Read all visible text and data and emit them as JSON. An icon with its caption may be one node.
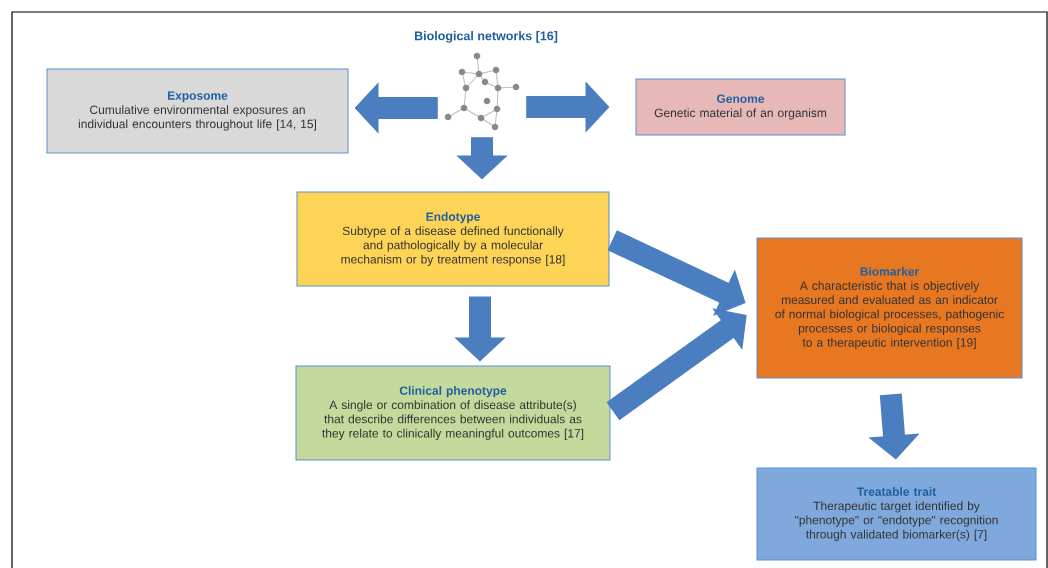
{
  "diagram": {
    "nodes": [
      {
        "text": [
          "Biological networks [16]"
        ]
      },
      {
        "text": [
          "Exposome",
          "Cumulative environmental exposures an individual encounters throughout life [14, 15]"
        ]
      },
      {
        "text": [
          "Genome",
          "Genetic material of an organism"
        ]
      },
      {
        "text": [
          "Endotype",
          "Subtype of a disease defined functionally and pathologically by a molecular mechanism or by treatment response [18]"
        ]
      },
      {
        "text": [
          "Clinical phenotype",
          "A single or combination of disease attribute(s) that describe differences between individuals as they relate to clinically meaningful outcomes [17]"
        ]
      },
      {
        "text": [
          "Biomarker",
          "A characteristic that is objectively measured and evaluated as an indicator of normal biological processes, pathogenic processes or biological responses to a therapeutic intervention [19]"
        ]
      },
      {
        "text": [
          "Treatable trait",
          "Therapeutic target identified by \"phenotype\" or \"endotype\" recognition through validated biomarker(s) [7]"
        ]
      }
    ],
    "edges": [
      {
        "from": 0,
        "to": 1,
        "arrow": "to"
      },
      {
        "from": 0,
        "to": 2,
        "arrow": "to"
      },
      {
        "from": 0,
        "to": 3,
        "arrow": "to"
      },
      {
        "from": 3,
        "to": 4,
        "arrow": "to"
      },
      {
        "from": 3,
        "to": 5,
        "arrow": "to"
      },
      {
        "from": 4,
        "to": 5,
        "arrow": "to"
      },
      {
        "from": 5,
        "to": 6,
        "arrow": "to"
      }
    ]
  }
}
